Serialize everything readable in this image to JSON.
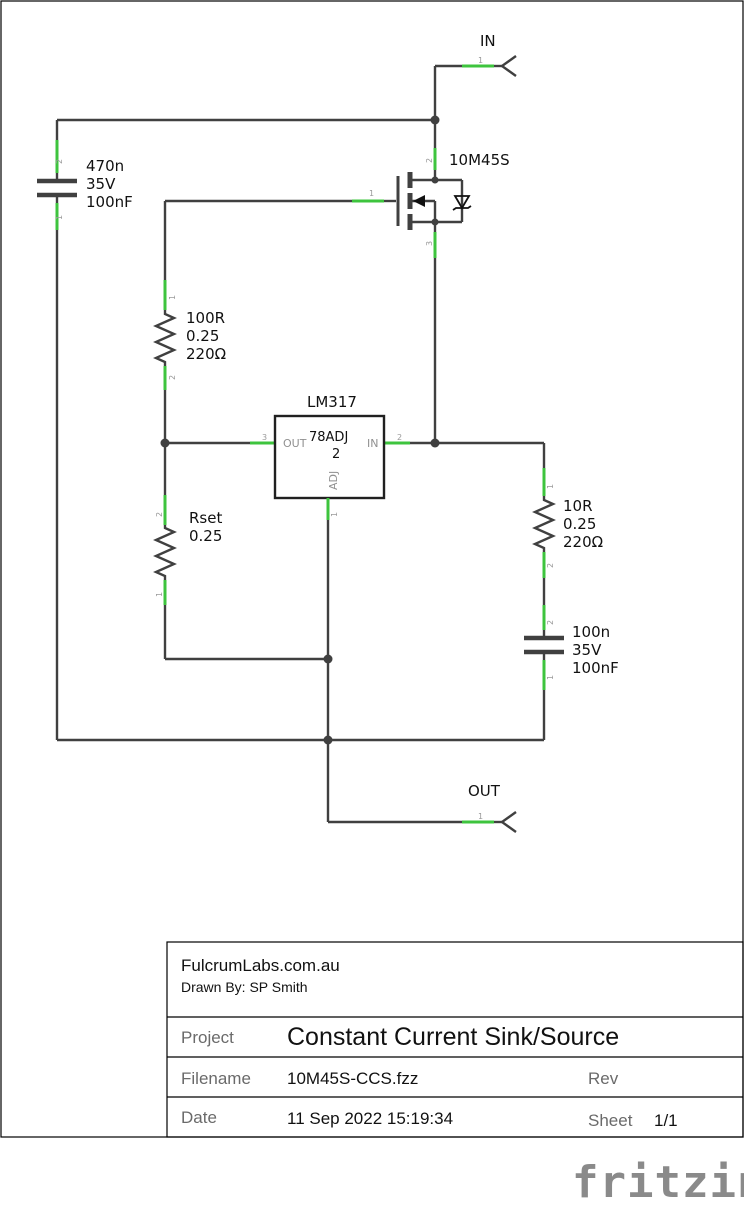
{
  "ports": {
    "in": {
      "label": "IN",
      "pin": "1"
    },
    "out": {
      "label": "OUT",
      "pin": "1"
    }
  },
  "components": {
    "c_bulk": {
      "l1": "470n",
      "l2": "35V",
      "l3": "100nF",
      "pin_top": "2",
      "pin_bottom": "1"
    },
    "mosfet": {
      "label": "10M45S",
      "pin_gate": "1",
      "pin_drain": "2",
      "pin_source": "3"
    },
    "r_gate": {
      "l1": "100R",
      "l2": "0.25",
      "l3": "220Ω",
      "pin_top": "1",
      "pin_bottom": "2"
    },
    "regulator": {
      "label": "LM317",
      "l1": "78ADJ",
      "l2": "2",
      "out_label": "OUT",
      "in_label": "IN",
      "adj_label": "ADJ",
      "pin_out": "3",
      "pin_in": "2",
      "pin_adj": "1"
    },
    "r_set": {
      "l1": "Rset",
      "l2": "0.25",
      "pin_top": "2",
      "pin_bottom": "1"
    },
    "r_snub": {
      "l1": "10R",
      "l2": "0.25",
      "l3": "220Ω",
      "pin_top": "1",
      "pin_bottom": "2"
    },
    "c_snub": {
      "l1": "100n",
      "l2": "35V",
      "l3": "100nF",
      "pin_top": "2",
      "pin_bottom": "1"
    }
  },
  "title_block": {
    "company": "FulcrumLabs.com.au",
    "drawn_by": "Drawn By: SP Smith",
    "project_key": "Project",
    "project_value": "Constant Current Sink/Source",
    "filename_key": "Filename",
    "filename_value": "10M45S-CCS.fzz",
    "rev_key": "Rev",
    "date_key": "Date",
    "date_value": "11 Sep 2022 15:19:34",
    "sheet_key": "Sheet",
    "sheet_value": "1/1"
  },
  "branding": {
    "logo": "fritzing"
  },
  "colors": {
    "wire": "#404040",
    "pin": "#3ec43e",
    "logo": "#8a8a8a"
  }
}
